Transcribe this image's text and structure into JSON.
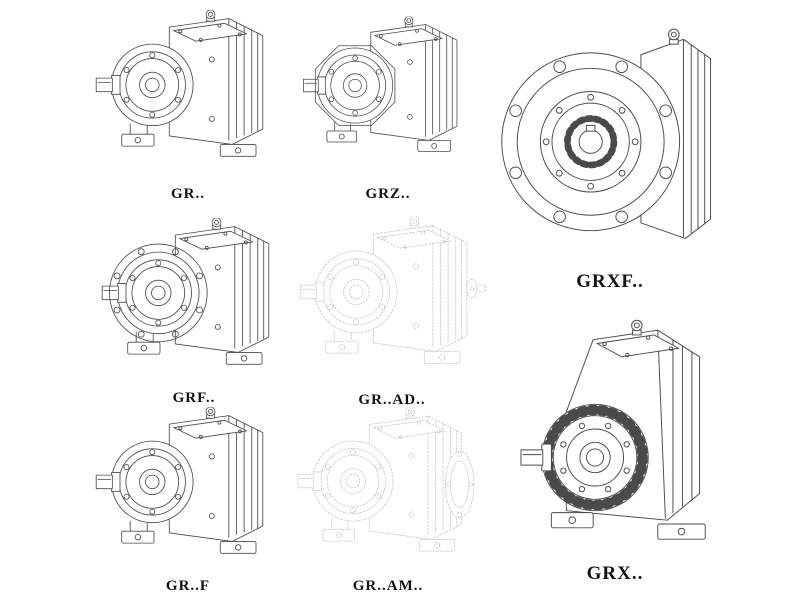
{
  "figure": {
    "background": "#ffffff",
    "line_color": "#4a4a4a",
    "phantom_line_color": "#c4c4c4",
    "label_color": "#111111",
    "description": "Helical gear reducer series catalog line drawings"
  },
  "models": {
    "gr": {
      "label": "GR.."
    },
    "grz": {
      "label": "GRZ.."
    },
    "grxf": {
      "label": "GRXF.."
    },
    "grf": {
      "label": "GRF.."
    },
    "gr_ad": {
      "label": "GR..AD.."
    },
    "grx": {
      "label": "GRX.."
    },
    "gr_f": {
      "label": "GR..F"
    },
    "gr_am": {
      "label": "GR..AM.."
    }
  }
}
